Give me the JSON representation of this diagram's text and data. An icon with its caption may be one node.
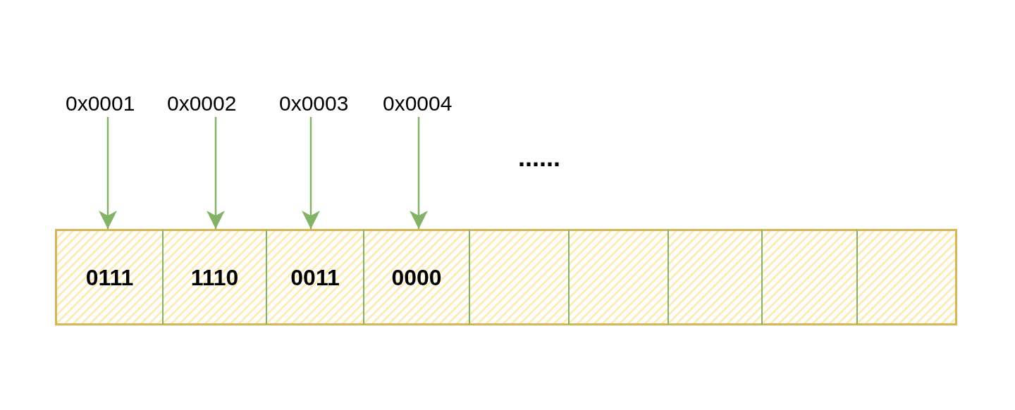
{
  "diagram": {
    "nodes": [
      {
        "text": [
          "0x0001"
        ]
      },
      {
        "text": [
          "0x0002"
        ]
      },
      {
        "text": [
          "0x0003"
        ]
      },
      {
        "text": [
          "0x0004"
        ]
      },
      {
        "text": [
          "0111"
        ]
      },
      {
        "text": [
          "1110"
        ]
      },
      {
        "text": [
          "0011"
        ]
      },
      {
        "text": [
          "0000"
        ]
      },
      {
        "text": [],
        "shape": "box"
      },
      {
        "text": [],
        "shape": "box"
      },
      {
        "text": [],
        "shape": "box"
      },
      {
        "text": [],
        "shape": "box"
      },
      {
        "text": [],
        "shape": "box"
      }
    ],
    "edges": [
      {
        "from": 0,
        "to": 4,
        "arrow": "to"
      },
      {
        "from": 1,
        "to": 5,
        "arrow": "to"
      },
      {
        "from": 2,
        "to": 6,
        "arrow": "to"
      },
      {
        "from": 3,
        "to": 7,
        "arrow": "to"
      }
    ],
    "labels": [
      "......"
    ]
  }
}
